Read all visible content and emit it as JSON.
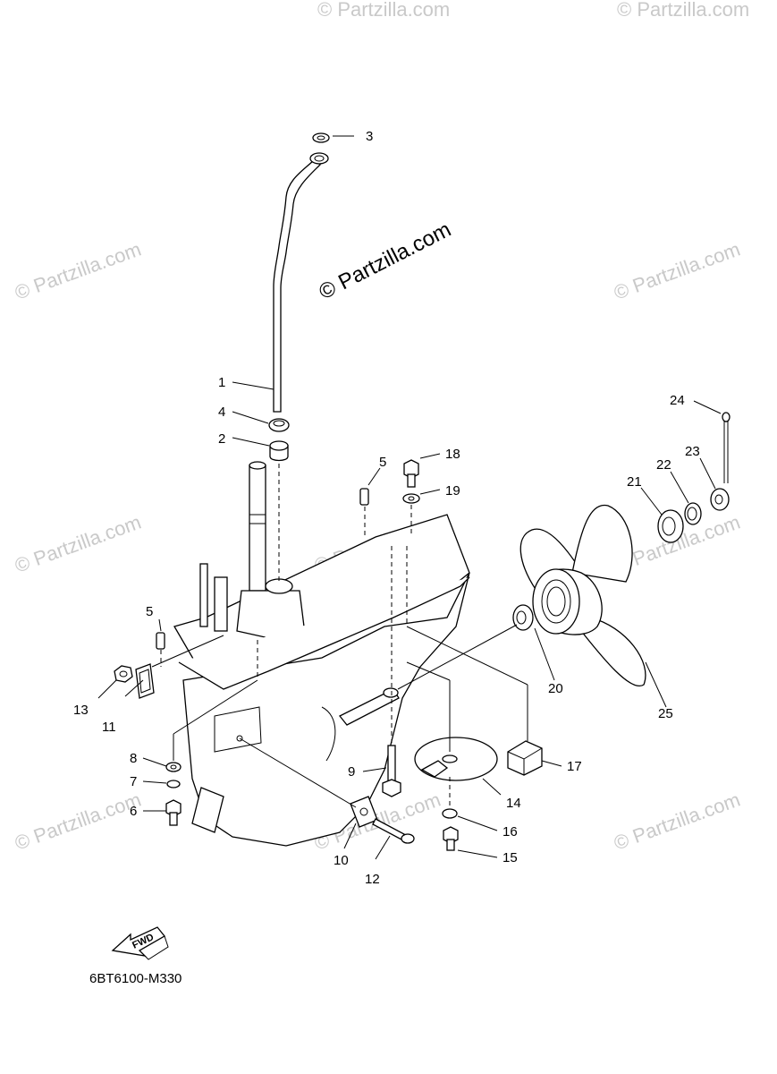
{
  "watermark": {
    "main": "© Partzilla.com",
    "faint": "© Partzilla.com"
  },
  "diagram_code": "6BT6100-M330",
  "fwd_label": "FWD",
  "callouts": [
    "1",
    "2",
    "3",
    "4",
    "5",
    "5",
    "6",
    "7",
    "8",
    "9",
    "10",
    "11",
    "12",
    "13",
    "14",
    "15",
    "16",
    "17",
    "18",
    "19",
    "20",
    "21",
    "22",
    "23",
    "24",
    "25"
  ]
}
